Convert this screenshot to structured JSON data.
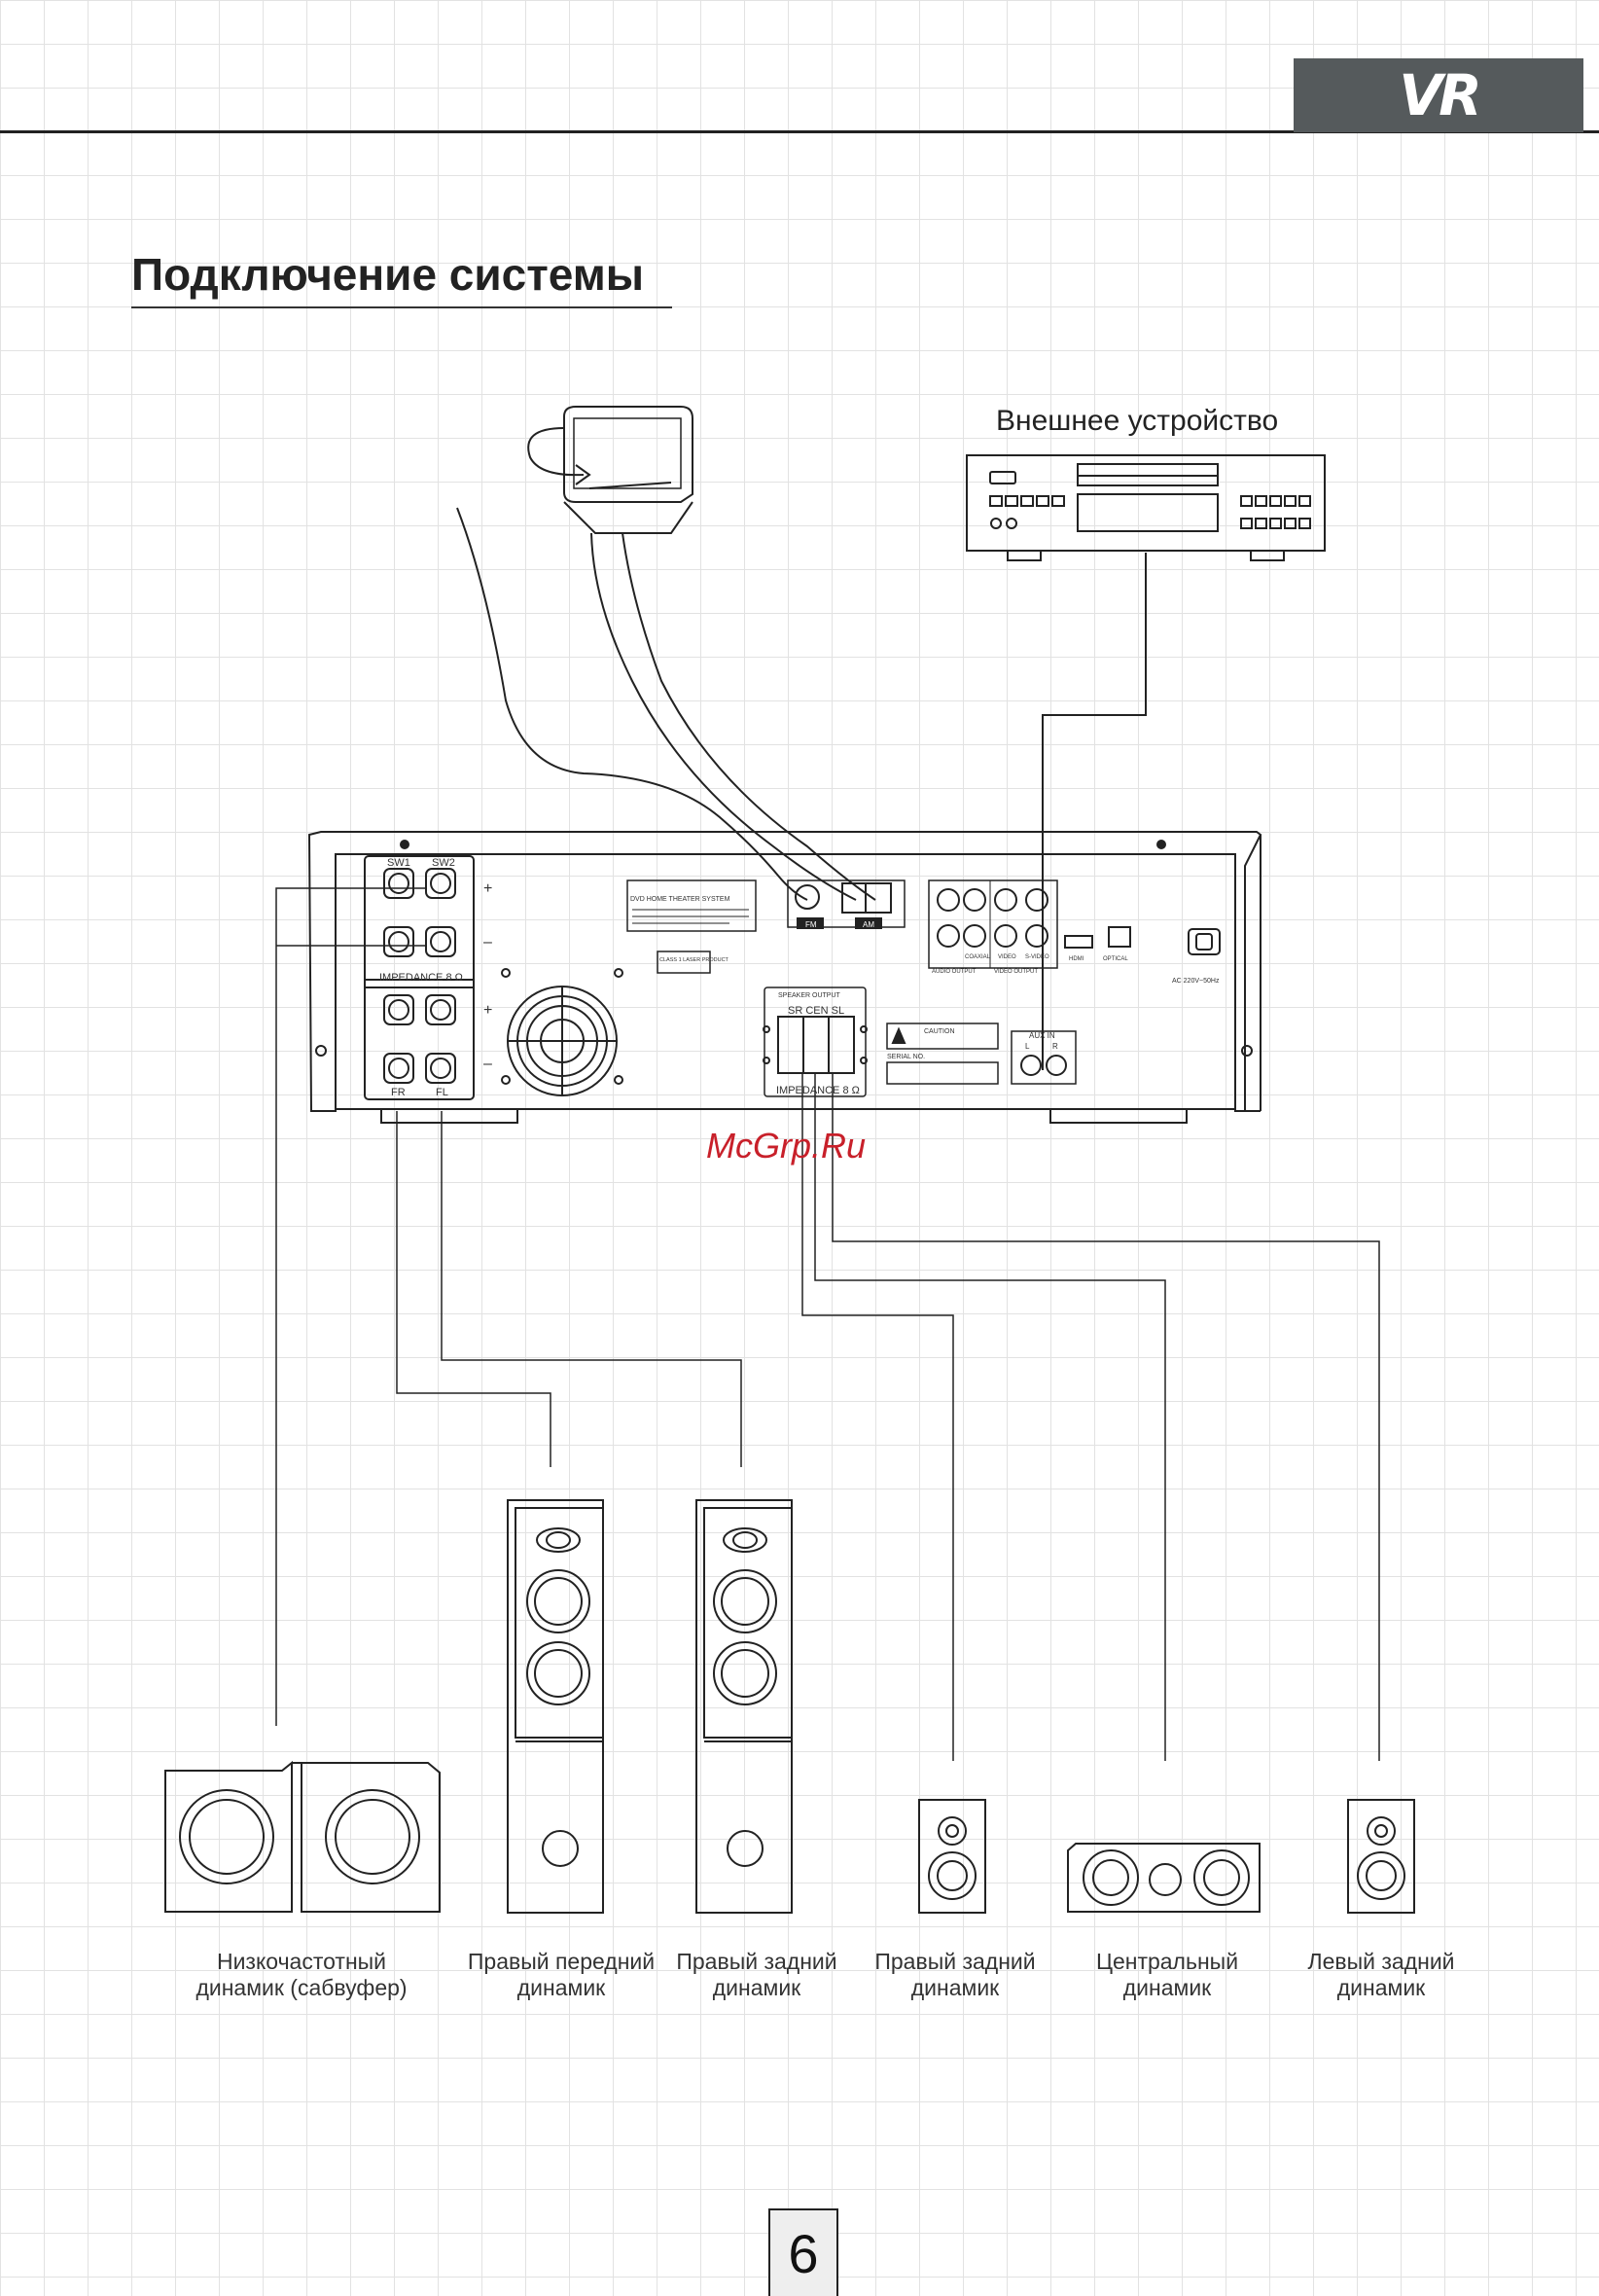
{
  "header": {
    "brand": "VR"
  },
  "page_title": "Подключение системы",
  "watermark": "McGrp.Ru",
  "external_device_label": "Внешнее устройство",
  "panel": {
    "sw1": "SW1",
    "sw2": "SW2",
    "plus": "+",
    "minus": "–",
    "impedance": "IMPEDANCE 8 Ω",
    "fr": "FR",
    "fl": "FL",
    "fm": "FM",
    "am": "AM",
    "speaker_output": "SPEAKER OUTPUT",
    "sr_cen_sl": "SR CEN SL",
    "audio_output": "AUDIO OUTPUT",
    "video_output": "VIDEO OUTPUT",
    "hdmi": "HDMI",
    "optical": "OPTICAL",
    "coaxial": "COAXIAL",
    "video": "VIDEO",
    "s_video": "S-VIDEO",
    "aux_in": "AUX IN",
    "aux_l": "L",
    "aux_r": "R",
    "ac": "AC 220V~50Hz",
    "serial_no": "SERIAL NO.",
    "caution": "CAUTION",
    "class1_laser": "CLASS 1 LASER PRODUCT",
    "plate_model": "DVD HOME THEATER SYSTEM"
  },
  "speakers": [
    {
      "label": "Низкочастотный\nдинамик (сабвуфер)"
    },
    {
      "label": "Правый передний\nдинамик"
    },
    {
      "label": "Правый задний\nдинамик"
    },
    {
      "label": "Правый задний\nдинамик"
    },
    {
      "label": "Центральный\nдинамик"
    },
    {
      "label": "Левый задний\nдинамик"
    }
  ],
  "page_number": "6"
}
